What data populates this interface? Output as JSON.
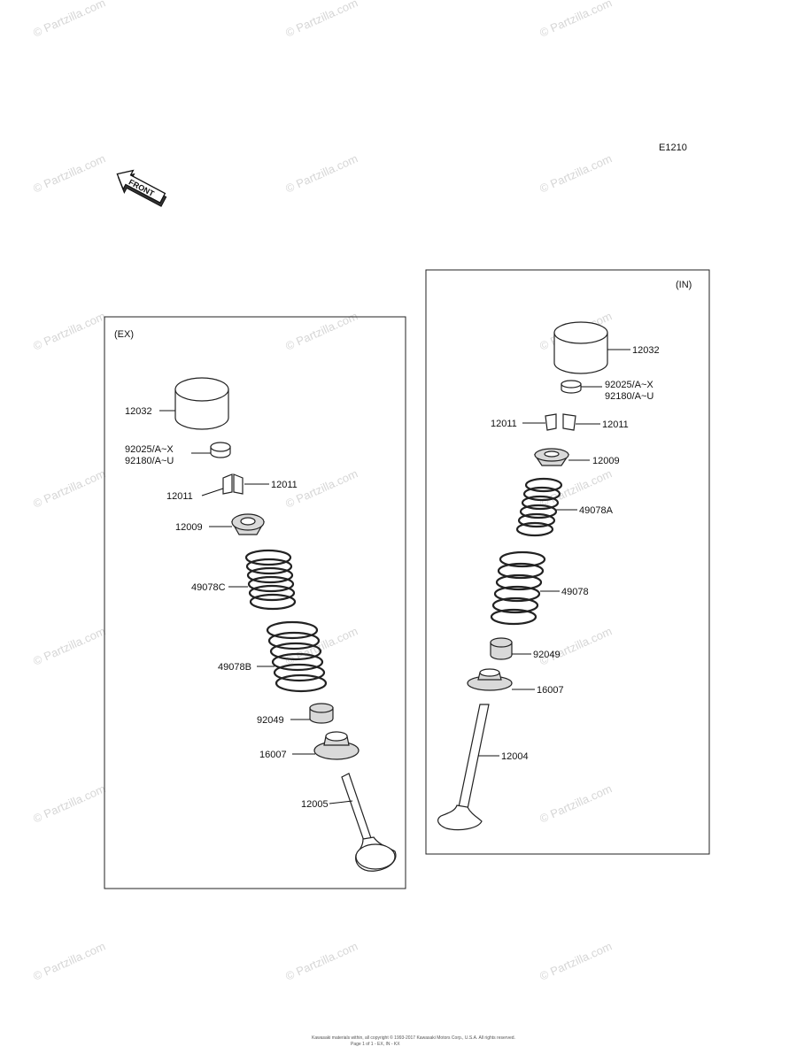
{
  "diagram_code": "E1210",
  "front_arrow_text": "FRONT",
  "watermark": "© Partzilla.com",
  "exhaust": {
    "panel_label": "(EX)",
    "labels": {
      "tappet": "12032",
      "shim_a": "92025/A~X",
      "shim_b": "92180/A~U",
      "cotter_right": "12011",
      "cotter_left": "12011",
      "retainer": "12009",
      "spring_inner": "49078C",
      "spring_outer": "49078B",
      "seal": "92049",
      "seat": "16007",
      "valve": "12005"
    }
  },
  "intake": {
    "panel_label": "(IN)",
    "labels": {
      "tappet": "12032",
      "shim_a": "92025/A~X",
      "shim_b": "92180/A~U",
      "cotter_left": "12011",
      "cotter_right": "12011",
      "retainer": "12009",
      "spring_inner": "49078A",
      "spring_outer": "49078",
      "seal": "92049",
      "seat": "16007",
      "valve": "12004"
    }
  },
  "footer": {
    "line1": "Kawasaki materials within, all copyright © 1993-2017 Kawasaki Motors Corp., U.S.A. All rights reserved.",
    "line2": "Page 1 of 1 - EX, IN - KX"
  }
}
